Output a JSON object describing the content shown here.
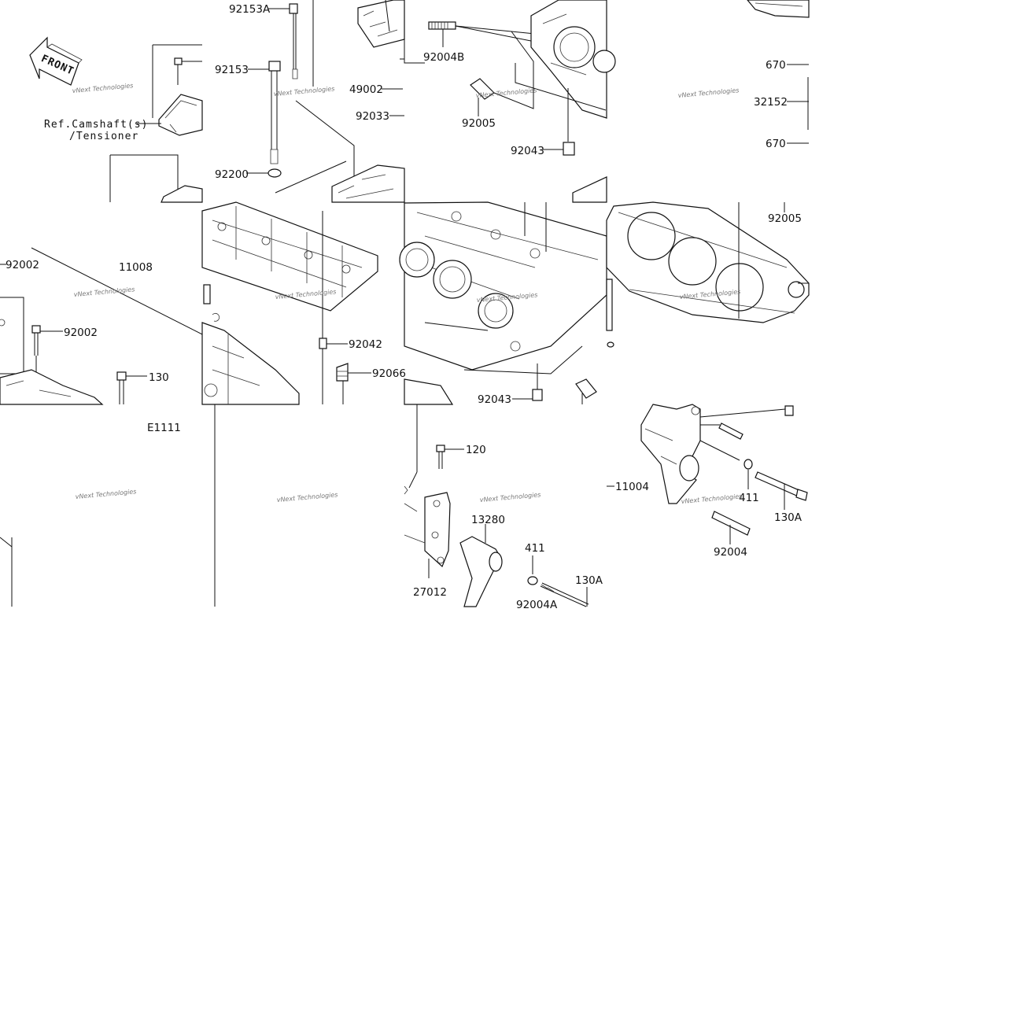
{
  "front_arrow": {
    "text": "FRONT"
  },
  "reference_note": {
    "line1": "Ref.Camshaft(s)",
    "line2": "/Tensioner"
  },
  "watermark": {
    "line1": "vNext Technologies"
  },
  "diagram_code": "E1111",
  "parts": [
    {
      "id": "p92153A",
      "label": "92153A"
    },
    {
      "id": "p92153",
      "label": "92153"
    },
    {
      "id": "p49002",
      "label": "49002"
    },
    {
      "id": "p92033",
      "label": "92033"
    },
    {
      "id": "p92200",
      "label": "92200"
    },
    {
      "id": "p92004B",
      "label": "92004B"
    },
    {
      "id": "p92005a",
      "label": "92005"
    },
    {
      "id": "p92043a",
      "label": "92043"
    },
    {
      "id": "p670a",
      "label": "670"
    },
    {
      "id": "p32152",
      "label": "32152"
    },
    {
      "id": "p670b",
      "label": "670"
    },
    {
      "id": "p92005b",
      "label": "92005"
    },
    {
      "id": "p92002a",
      "label": "92002"
    },
    {
      "id": "p11008",
      "label": "11008"
    },
    {
      "id": "p92002b",
      "label": "92002"
    },
    {
      "id": "p130",
      "label": "130"
    },
    {
      "id": "p92042",
      "label": "92042"
    },
    {
      "id": "p92066",
      "label": "92066"
    },
    {
      "id": "p92043b",
      "label": "92043"
    },
    {
      "id": "p120",
      "label": "120"
    },
    {
      "id": "p13280",
      "label": "13280"
    },
    {
      "id": "p411a",
      "label": "411"
    },
    {
      "id": "p27012",
      "label": "27012"
    },
    {
      "id": "p130Aa",
      "label": "130A"
    },
    {
      "id": "p92004A",
      "label": "92004A"
    },
    {
      "id": "p11004",
      "label": "11004"
    },
    {
      "id": "p411b",
      "label": "411"
    },
    {
      "id": "p130Ab",
      "label": "130A"
    },
    {
      "id": "p92004",
      "label": "92004"
    }
  ]
}
